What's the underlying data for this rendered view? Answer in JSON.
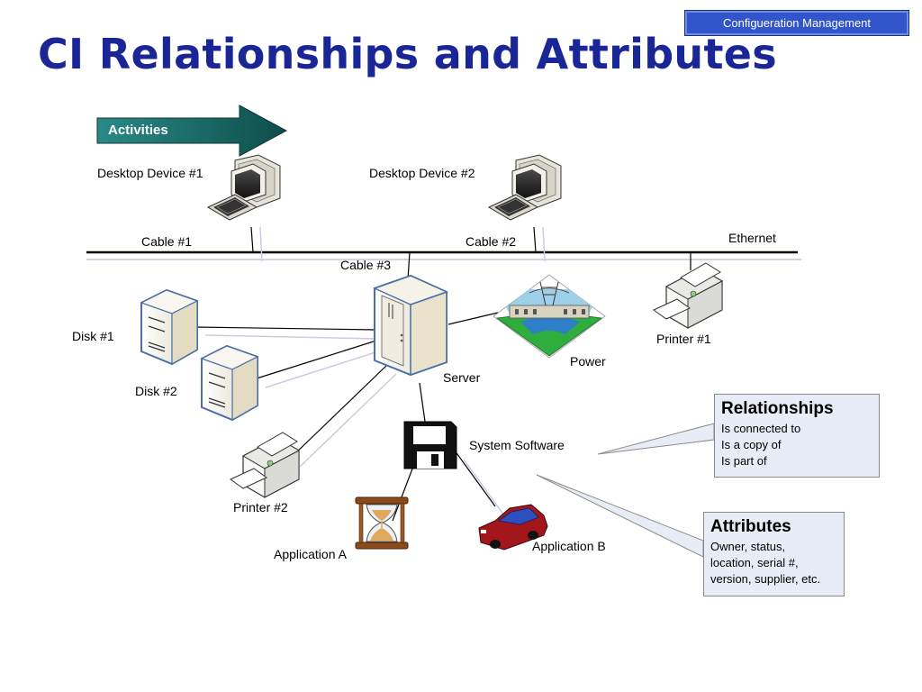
{
  "header": {
    "badge": "Configueration Management",
    "title": "CI Relationships and Attributes"
  },
  "arrow": {
    "label": "Activities"
  },
  "labels": {
    "desktop1": "Desktop Device #1",
    "desktop2": "Desktop Device #2",
    "cable1": "Cable #1",
    "cable2": "Cable #2",
    "cable3": "Cable #3",
    "ethernet": "Ethernet",
    "disk1": "Disk #1",
    "disk2": "Disk #2",
    "server": "Server",
    "power": "Power",
    "printer1": "Printer #1",
    "printer2": "Printer #2",
    "system_software": "System Software",
    "app_a": "Application A",
    "app_b": "Application B"
  },
  "relationships": {
    "title": "Relationships",
    "lines": [
      "Is connected to",
      "Is a copy of",
      "Is part of"
    ]
  },
  "attributes": {
    "title": "Attributes",
    "lines": [
      "Owner, status,",
      "location, serial #,",
      "version, supplier, etc."
    ]
  },
  "colors": {
    "title": "#1a2596",
    "badge": "#3355cc",
    "arrow": "#1e7672",
    "callout": "#e8ecf6"
  },
  "icons": [
    "desktop-computer-icon",
    "server-tower-icon",
    "disk-drive-icon",
    "printer-icon",
    "power-plant-icon",
    "floppy-disk-icon",
    "hourglass-icon",
    "car-icon"
  ]
}
